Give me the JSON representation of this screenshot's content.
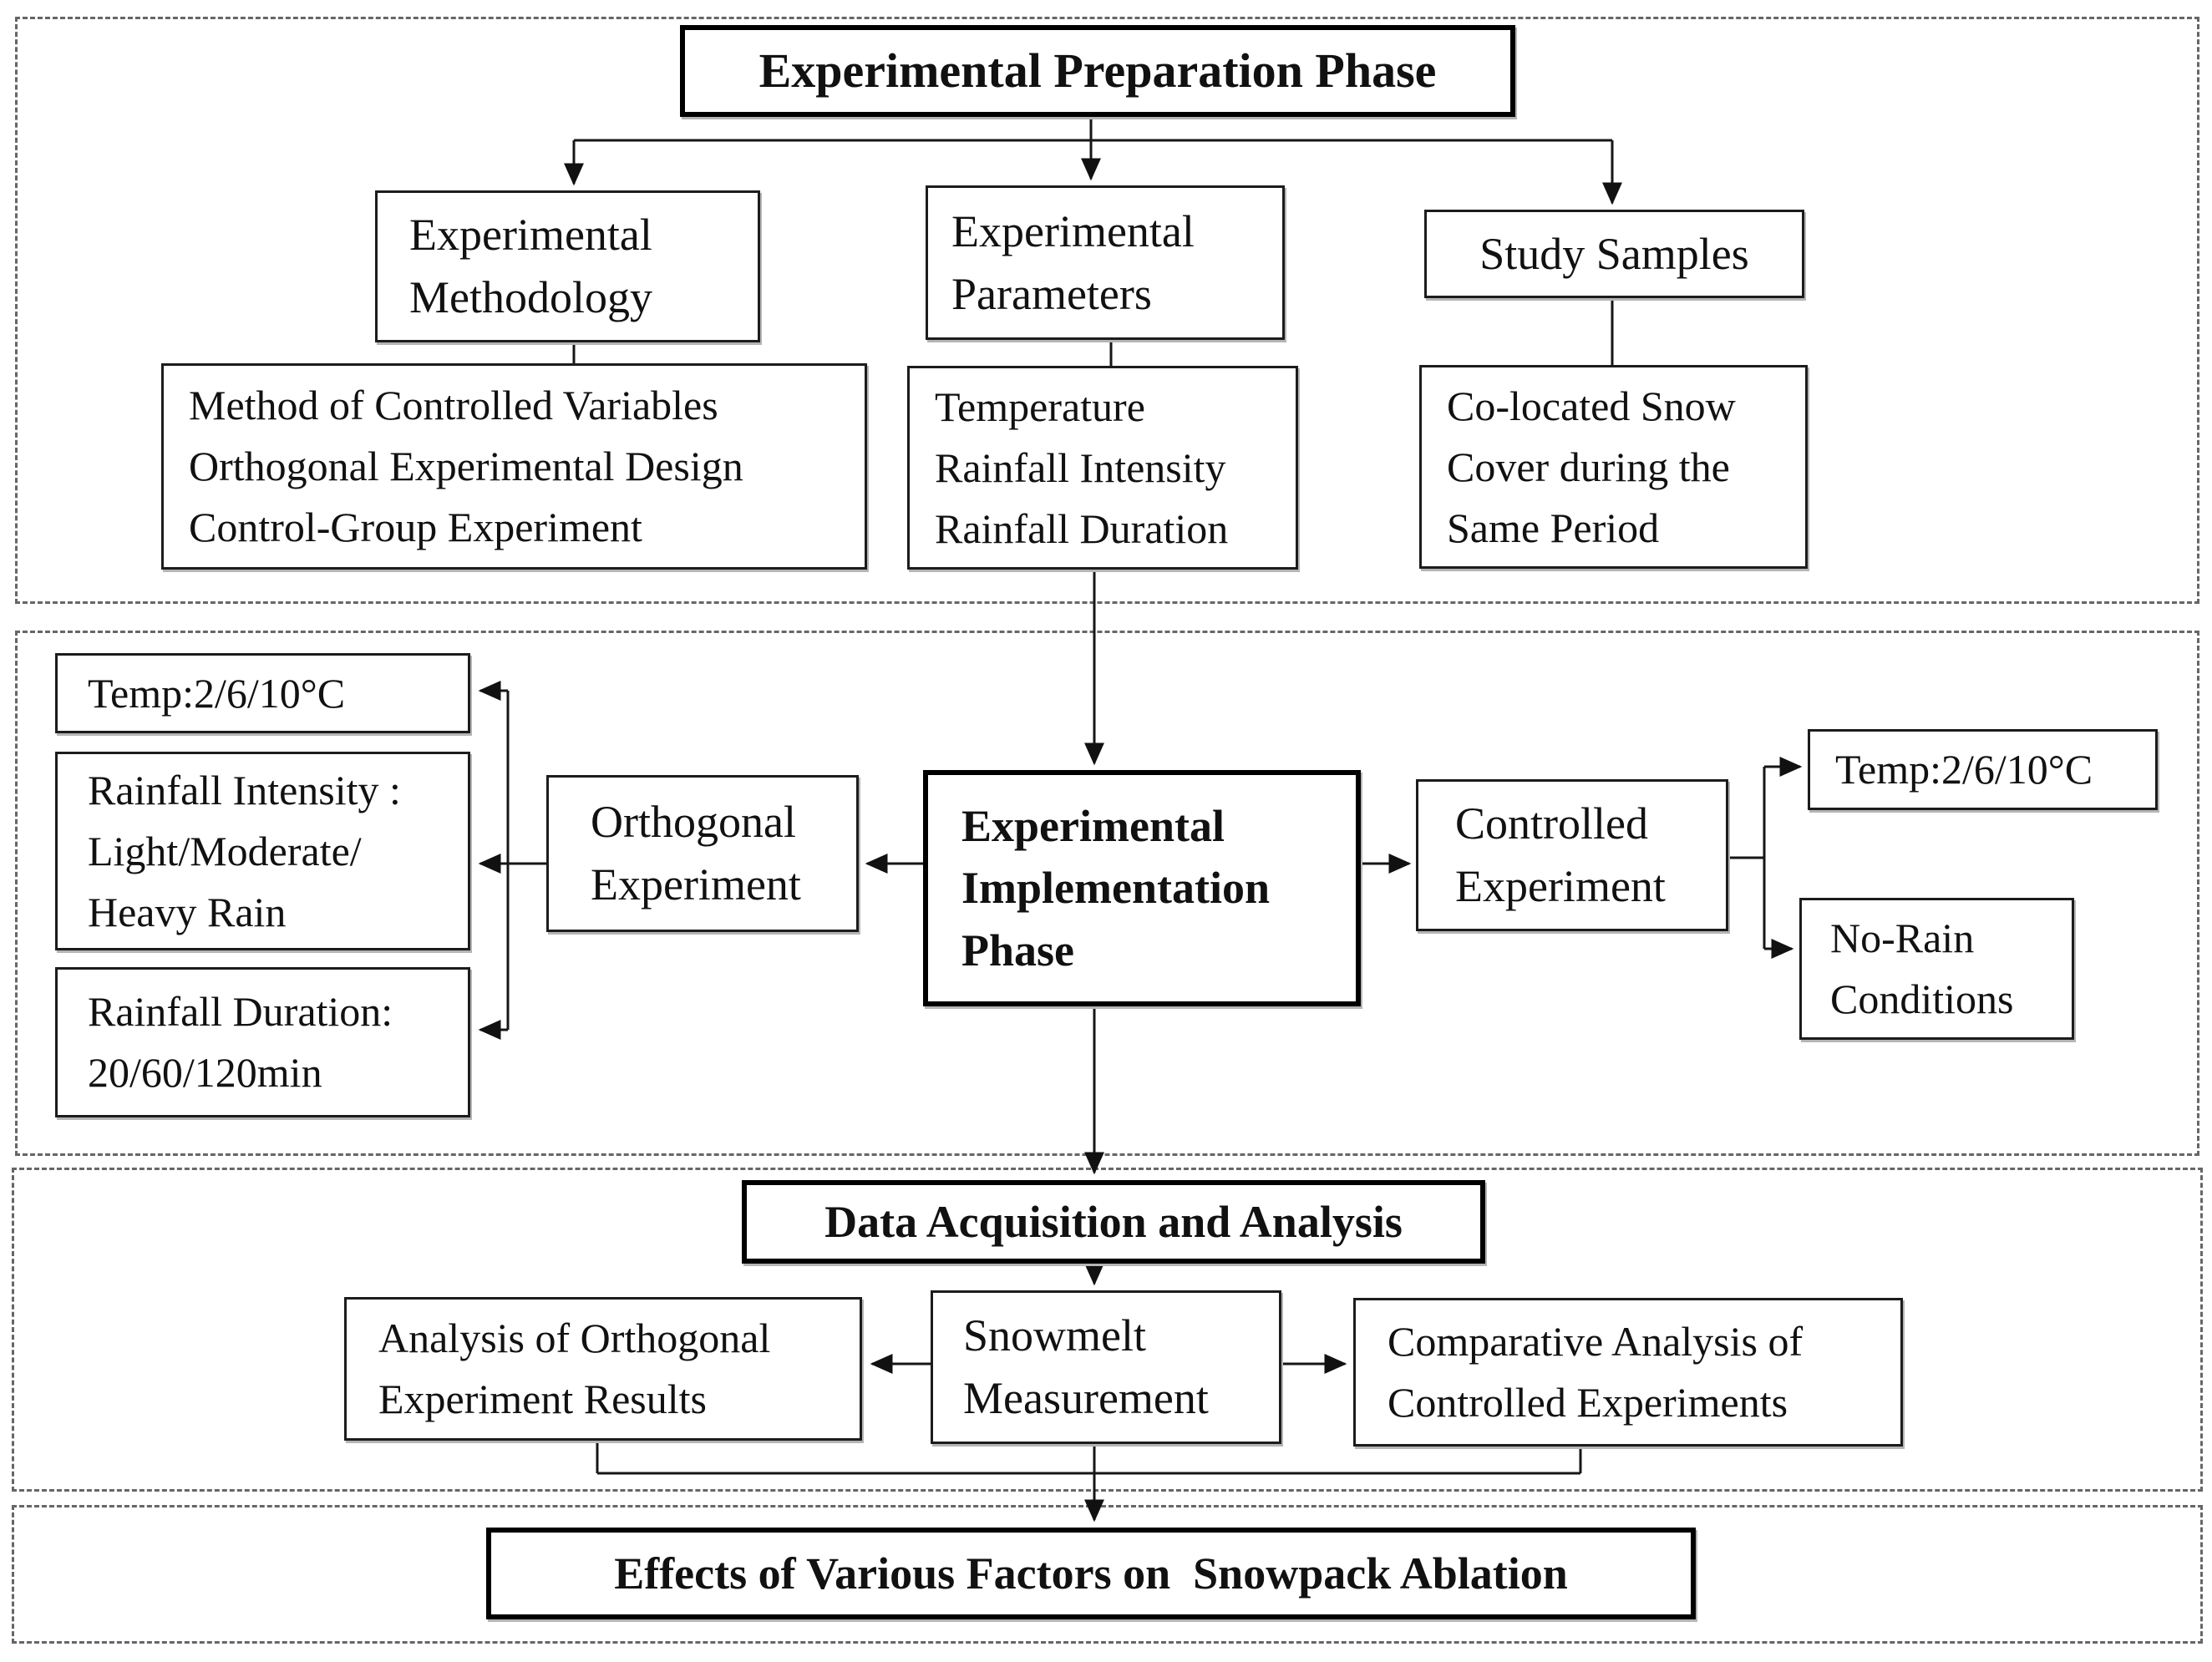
{
  "diagram": {
    "preparation": {
      "title": "Experimental Preparation Phase",
      "methodology": {
        "title_lines": [
          "Experimental",
          "Methodology"
        ],
        "details": [
          "Method of Controlled Variables",
          "Orthogonal Experimental Design",
          "Control-Group Experiment"
        ]
      },
      "parameters": {
        "title_lines": [
          "Experimental",
          "Parameters"
        ],
        "details": [
          "Temperature",
          "Rainfall Intensity",
          "Rainfall Duration"
        ]
      },
      "samples": {
        "title": "Study Samples",
        "details": [
          "Co-located Snow",
          "Cover during the",
          "Same Period"
        ]
      }
    },
    "implementation": {
      "title_lines": [
        "Experimental",
        "Implementation",
        "Phase"
      ],
      "orthogonal": {
        "label_lines": [
          "Orthogonal",
          "Experiment"
        ],
        "temperature": "Temp:2/6/10°C",
        "intensity_lines": [
          "Rainfall Intensity :",
          "Light/Moderate/",
          "Heavy Rain"
        ],
        "duration_lines": [
          "Rainfall Duration:",
          "20/60/120min"
        ]
      },
      "controlled": {
        "label_lines": [
          "Controlled",
          "Experiment"
        ],
        "temperature": "Temp:2/6/10°C",
        "norain_lines": [
          "No-Rain",
          "Conditions"
        ]
      }
    },
    "analysis": {
      "title": "Data Acquisition and Analysis",
      "measurement_lines": [
        "Snowmelt",
        "Measurement"
      ],
      "orthogonal_result_lines": [
        "Analysis of Orthogonal",
        "Experiment Results"
      ],
      "comparative_lines": [
        "Comparative Analysis of",
        "Controlled Experiments"
      ]
    },
    "conclusion": {
      "title": "Effects of Various Factors on  Snowpack Ablation"
    }
  }
}
